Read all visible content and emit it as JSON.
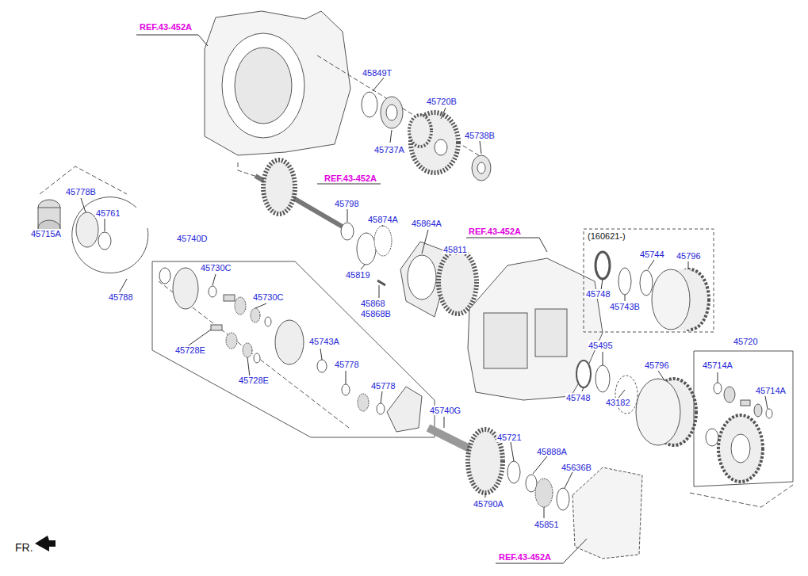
{
  "diagram": {
    "labels": [
      "REF.43-452A",
      "45849T",
      "45720B",
      "45737A",
      "45738B",
      "45778B",
      "REF.43-452A",
      "45761",
      "45798",
      "45874A",
      "45864A",
      "REF.43-452A",
      "(160621-)",
      "45715A",
      "45740D",
      "45744",
      "45796",
      "45811",
      "45730C",
      "45819",
      "45730C",
      "45788",
      "45748",
      "45743B",
      "45868",
      "45868B",
      "45743A",
      "45495",
      "45720",
      "45728E",
      "45796",
      "45714A",
      "45778",
      "45728E",
      "45714A",
      "45748",
      "45778",
      "43182",
      "45740G",
      "45721",
      "45888A",
      "45636B",
      "45790A",
      "45851",
      "REF.43-452A",
      "FR."
    ]
  }
}
